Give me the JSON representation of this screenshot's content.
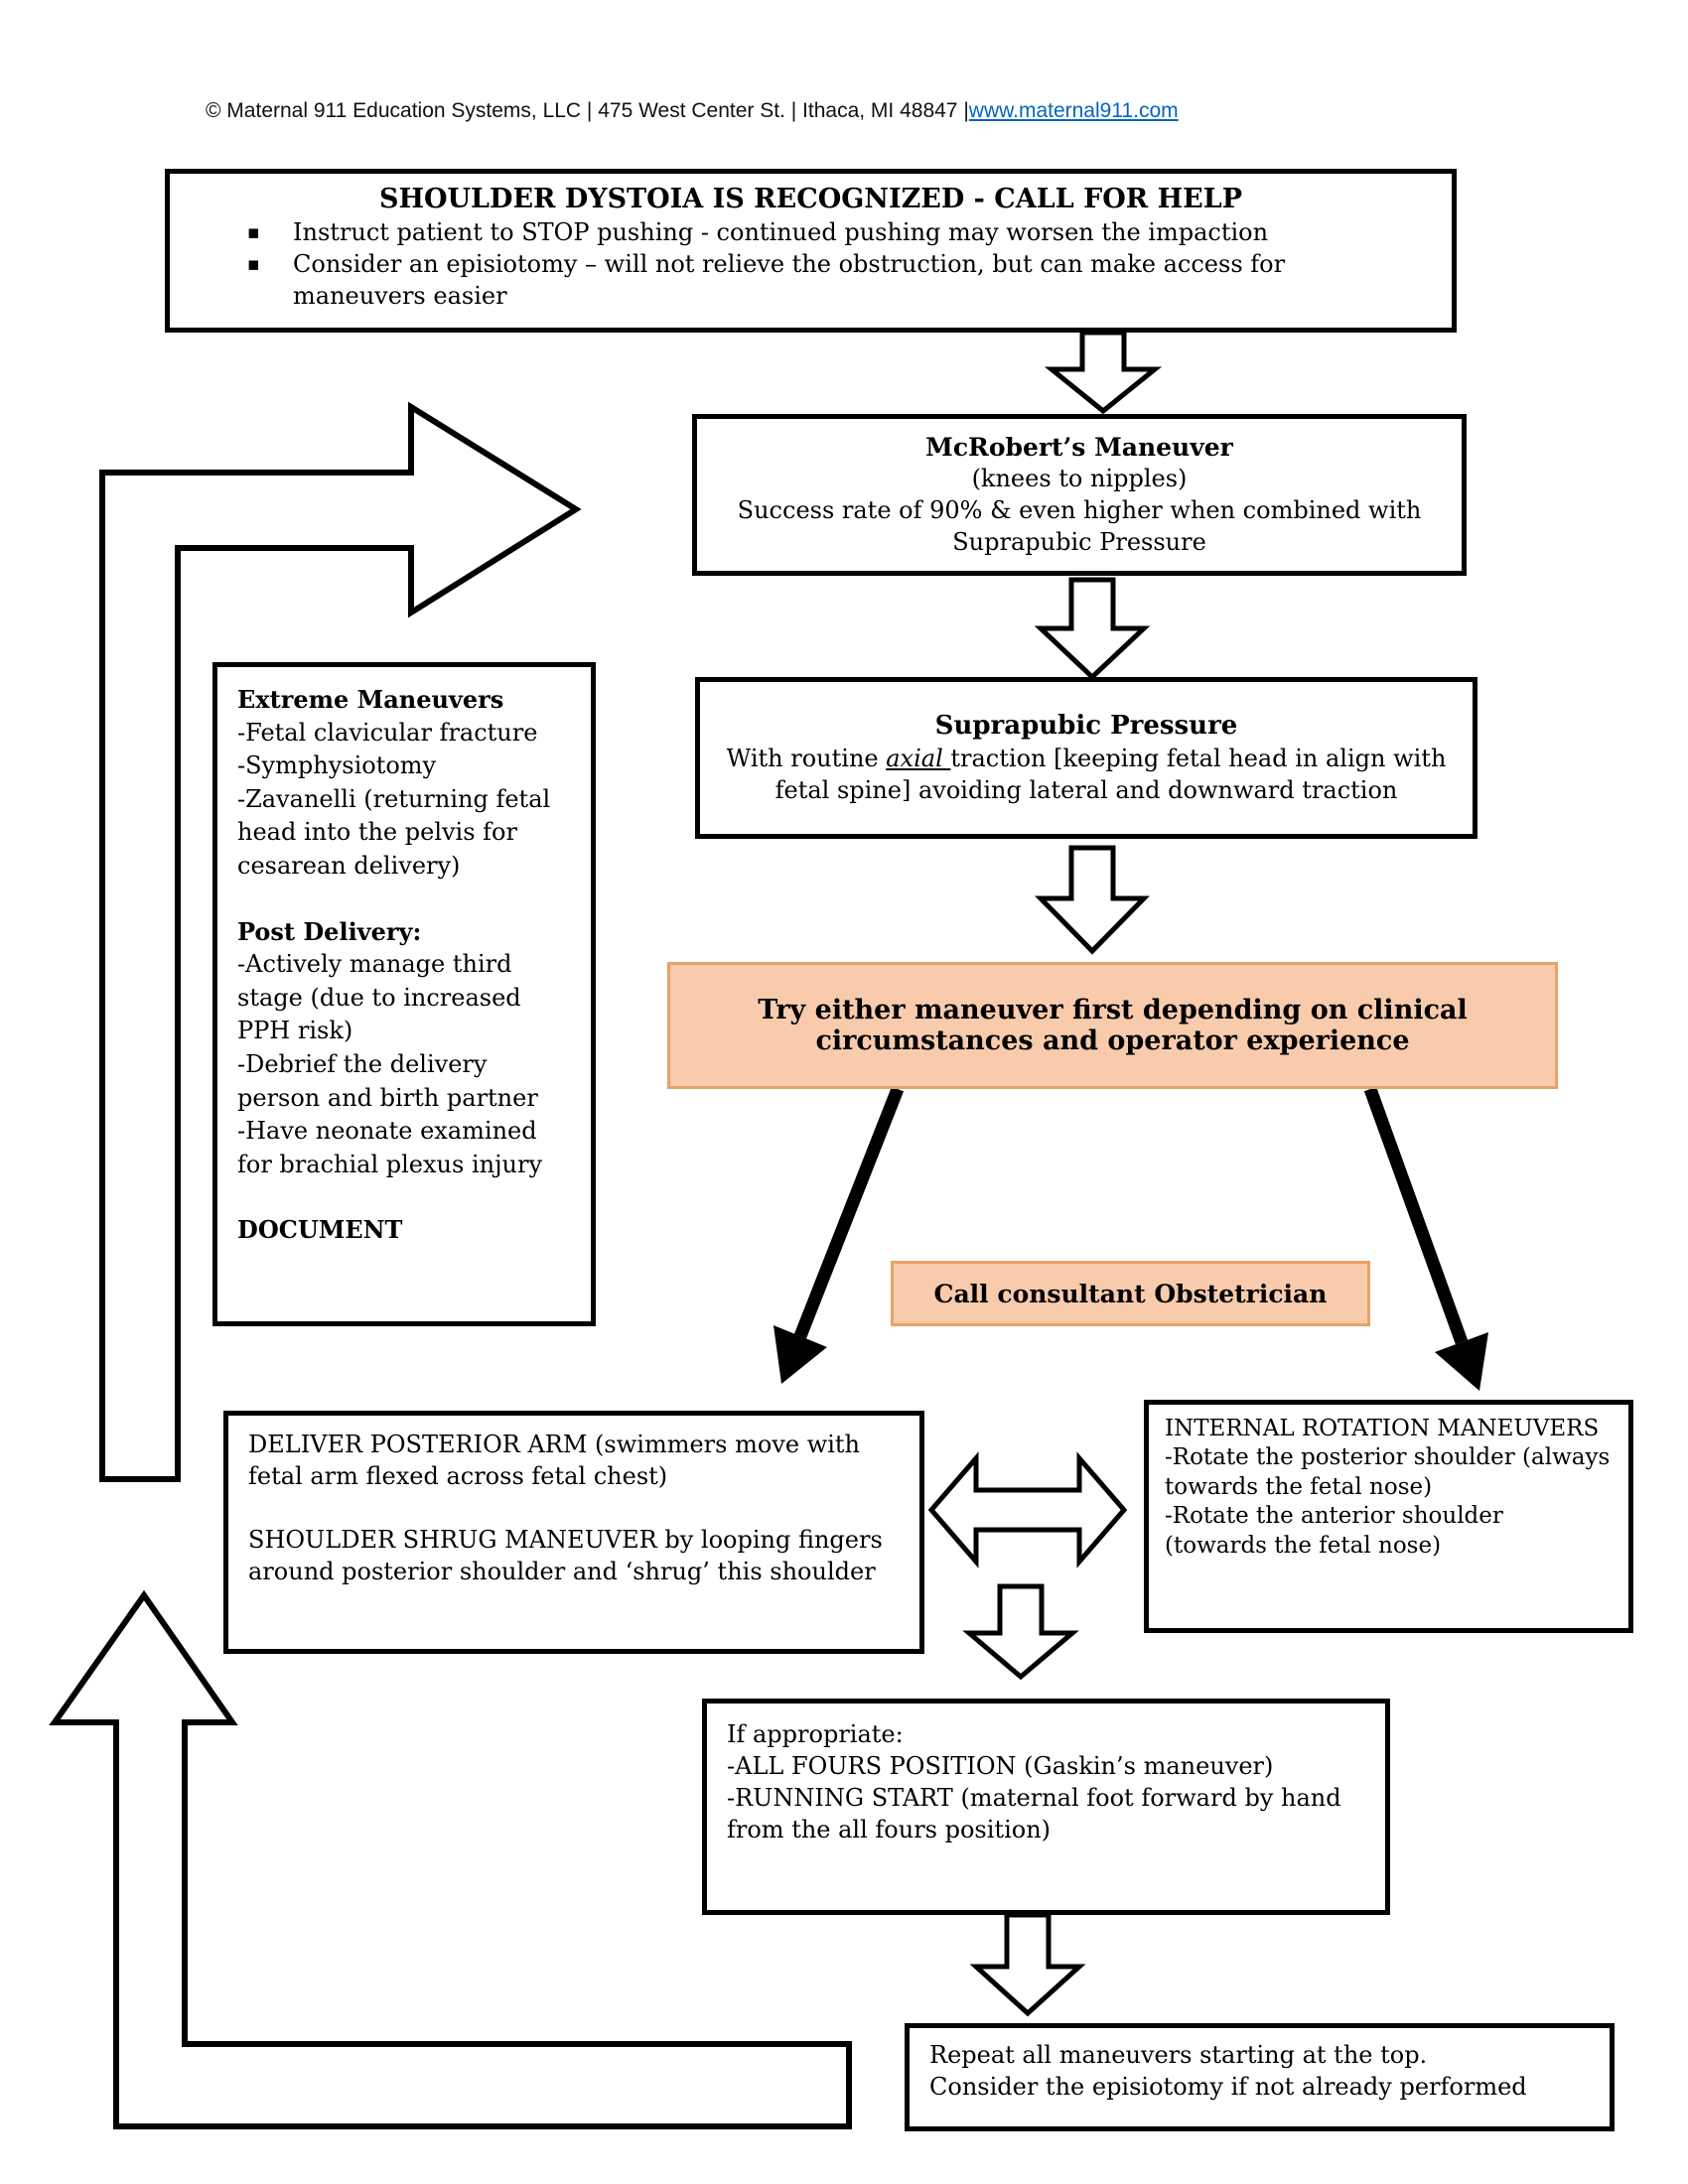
{
  "glyphs": {
    "bullet": "▪"
  },
  "colors": {
    "accent_fill": "#f8cbad",
    "accent_border": "#e8a268",
    "link_blue": "#0563c1",
    "ink": "#000000"
  },
  "header": {
    "prefix": "© Maternal 911 Education Systems, LLC | 475 West Center St. | Ithaca, MI 48847 |",
    "link": "www.maternal911.com"
  },
  "boxes": {
    "recognized": {
      "title": "SHOULDER DYSTOIA IS RECOGNIZED - CALL FOR HELP",
      "bullets": [
        "Instruct patient to STOP pushing - continued pushing may worsen the impaction",
        "Consider an episiotomy – will not relieve the obstruction, but can make access for maneuvers easier"
      ]
    },
    "mcroberts": {
      "title": "McRobert’s Maneuver",
      "subtitle": "(knees to nipples)",
      "body": "Success rate of 90% & even higher when combined with Suprapubic Pressure"
    },
    "suprapubic": {
      "title": "Suprapubic Pressure",
      "body_pre": "With routine ",
      "body_axial": "axial ",
      "body_post": "traction [keeping fetal head in align with fetal spine] avoiding lateral and downward traction"
    },
    "try_either": {
      "text": "Try either maneuver first depending on clinical circumstances and operator experience"
    },
    "extreme": {
      "title": "Extreme Maneuvers",
      "items": [
        "-Fetal clavicular fracture",
        "-Symphysiotomy",
        "-Zavanelli (returning fetal head into the pelvis for cesarean delivery)"
      ],
      "post_title": "Post Delivery:",
      "post_items": [
        "-Actively manage third stage (due to increased PPH risk)",
        "-Debrief the delivery person and birth partner",
        "-Have neonate examined for brachial plexus injury"
      ],
      "footer": "DOCUMENT"
    },
    "call_consultant": {
      "text": "Call consultant Obstetrician"
    },
    "posterior_arm": {
      "para1": "DELIVER POSTERIOR ARM (swimmers move with fetal arm flexed across fetal chest)",
      "para2": "SHOULDER SHRUG MANEUVER by looping fingers around posterior shoulder and ‘shrug’ this shoulder"
    },
    "internal_rotation": {
      "title": "INTERNAL ROTATION MANEUVERS",
      "items": [
        "-Rotate the posterior shoulder (always towards the fetal nose)",
        "-Rotate the anterior shoulder (towards the fetal nose)"
      ]
    },
    "if_appropriate": {
      "title": "If appropriate:",
      "items": [
        "-ALL FOURS POSITION (Gaskin’s maneuver)",
        "-RUNNING START (maternal foot forward by hand from the all fours position)"
      ]
    },
    "repeat": {
      "line1": "Repeat all maneuvers starting at the top.",
      "line2": "Consider the episiotomy if not already performed"
    }
  }
}
